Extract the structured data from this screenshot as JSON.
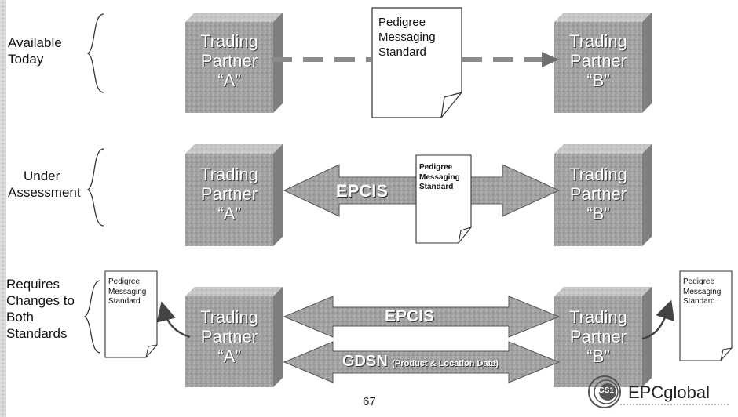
{
  "rows": {
    "available_label": [
      "Available",
      "Today"
    ],
    "under_label": [
      "Under",
      "Assessment"
    ],
    "requires_label": [
      "Requires",
      "Changes to",
      "Both",
      "Standards"
    ]
  },
  "partners": {
    "a_lines": [
      "Trading",
      "Partner",
      "“A”"
    ],
    "b_lines": [
      "Trading",
      "Partner",
      "“B”"
    ]
  },
  "doc_lines": [
    "Pedigree",
    "Messaging",
    "Standard"
  ],
  "arrows": {
    "epcis": "EPCIS",
    "gdsn": "GDSN",
    "gdsn_sub": "(Product & Location Data)"
  },
  "footer": {
    "page_number": "67",
    "logo_badge": "GS1",
    "logo_text": "EPCglobal"
  },
  "colors": {
    "cube_front": "#9a9a9a",
    "cube_top": "#c4c4c4",
    "cube_side": "#7a7a7a",
    "arrow_fill": "#8c8c8c",
    "dashed": "#8a8a8a",
    "sidebar": "#cfcfcf"
  }
}
